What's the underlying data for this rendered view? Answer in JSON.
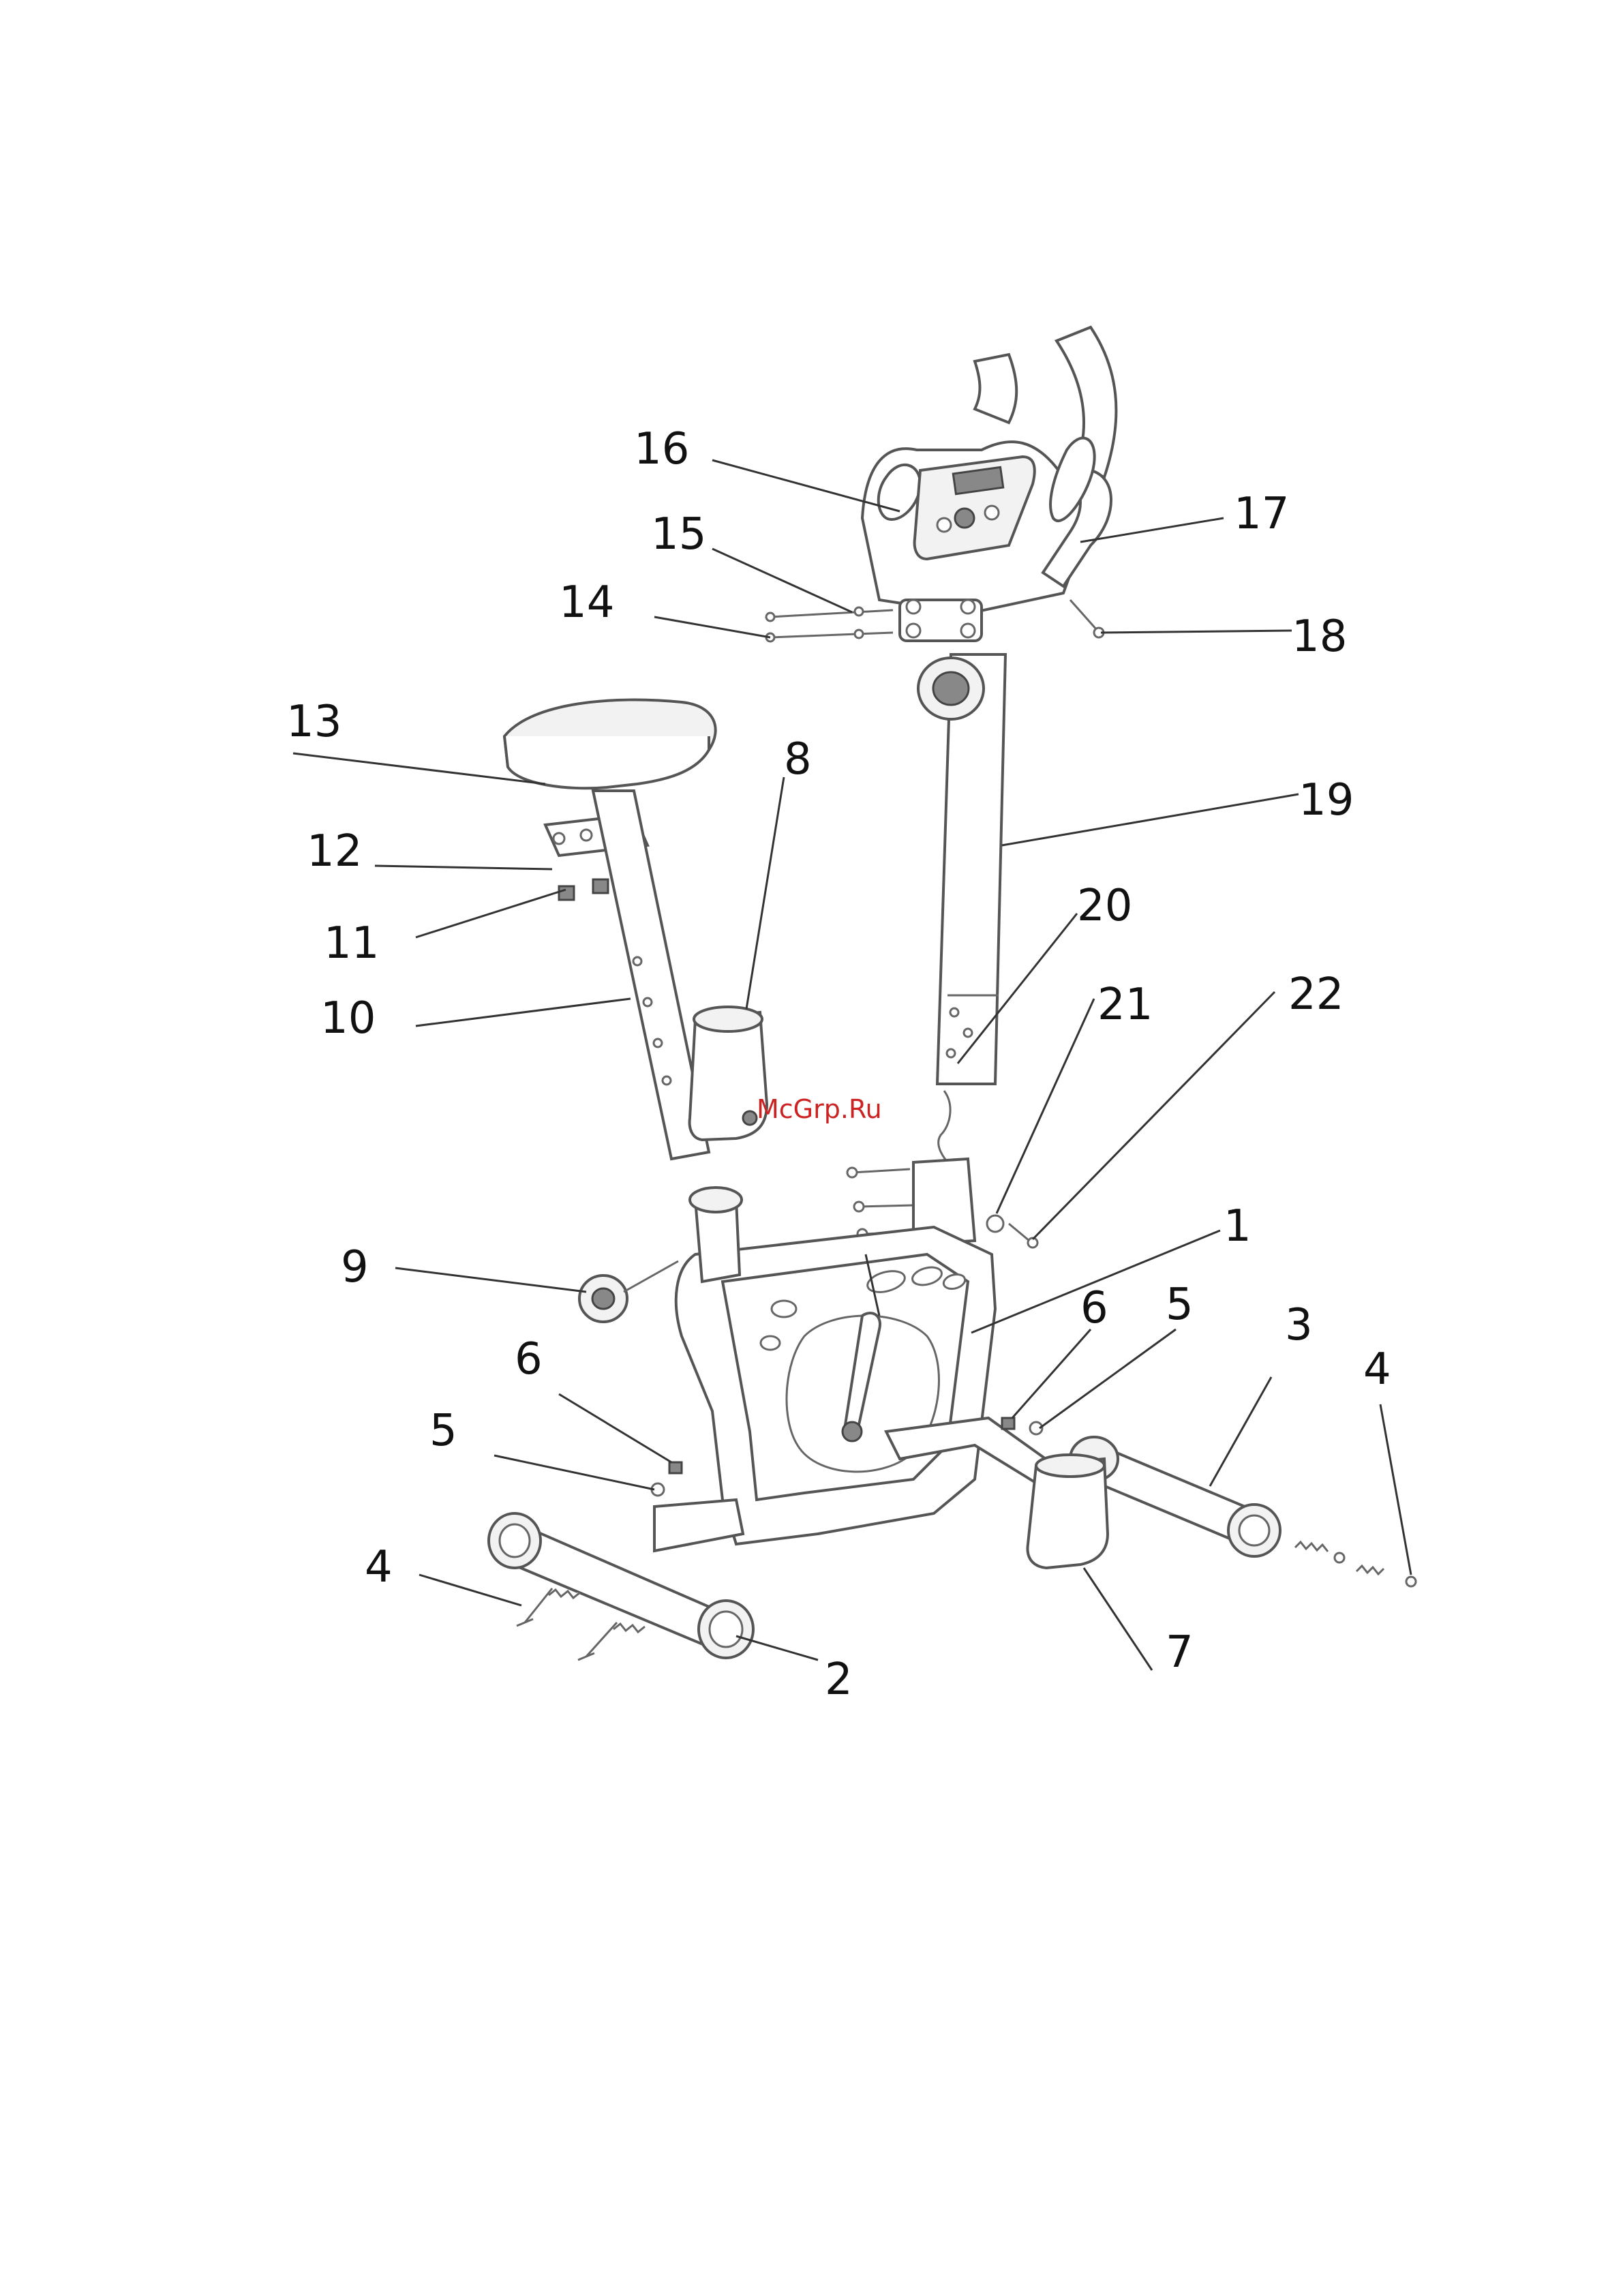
{
  "watermark": "McGrp.Ru",
  "labels": {
    "p1": "1",
    "p2": "2",
    "p3": "3",
    "p4a": "4",
    "p4b": "4",
    "p5a": "5",
    "p5b": "5",
    "p6a": "6",
    "p6b": "6",
    "p7": "7",
    "p8": "8",
    "p9": "9",
    "p10": "10",
    "p11": "11",
    "p12": "12",
    "p13": "13",
    "p14": "14",
    "p15": "15",
    "p16": "16",
    "p17": "17",
    "p18": "18",
    "p19": "19",
    "p20": "20",
    "p21": "21",
    "p22": "22"
  }
}
